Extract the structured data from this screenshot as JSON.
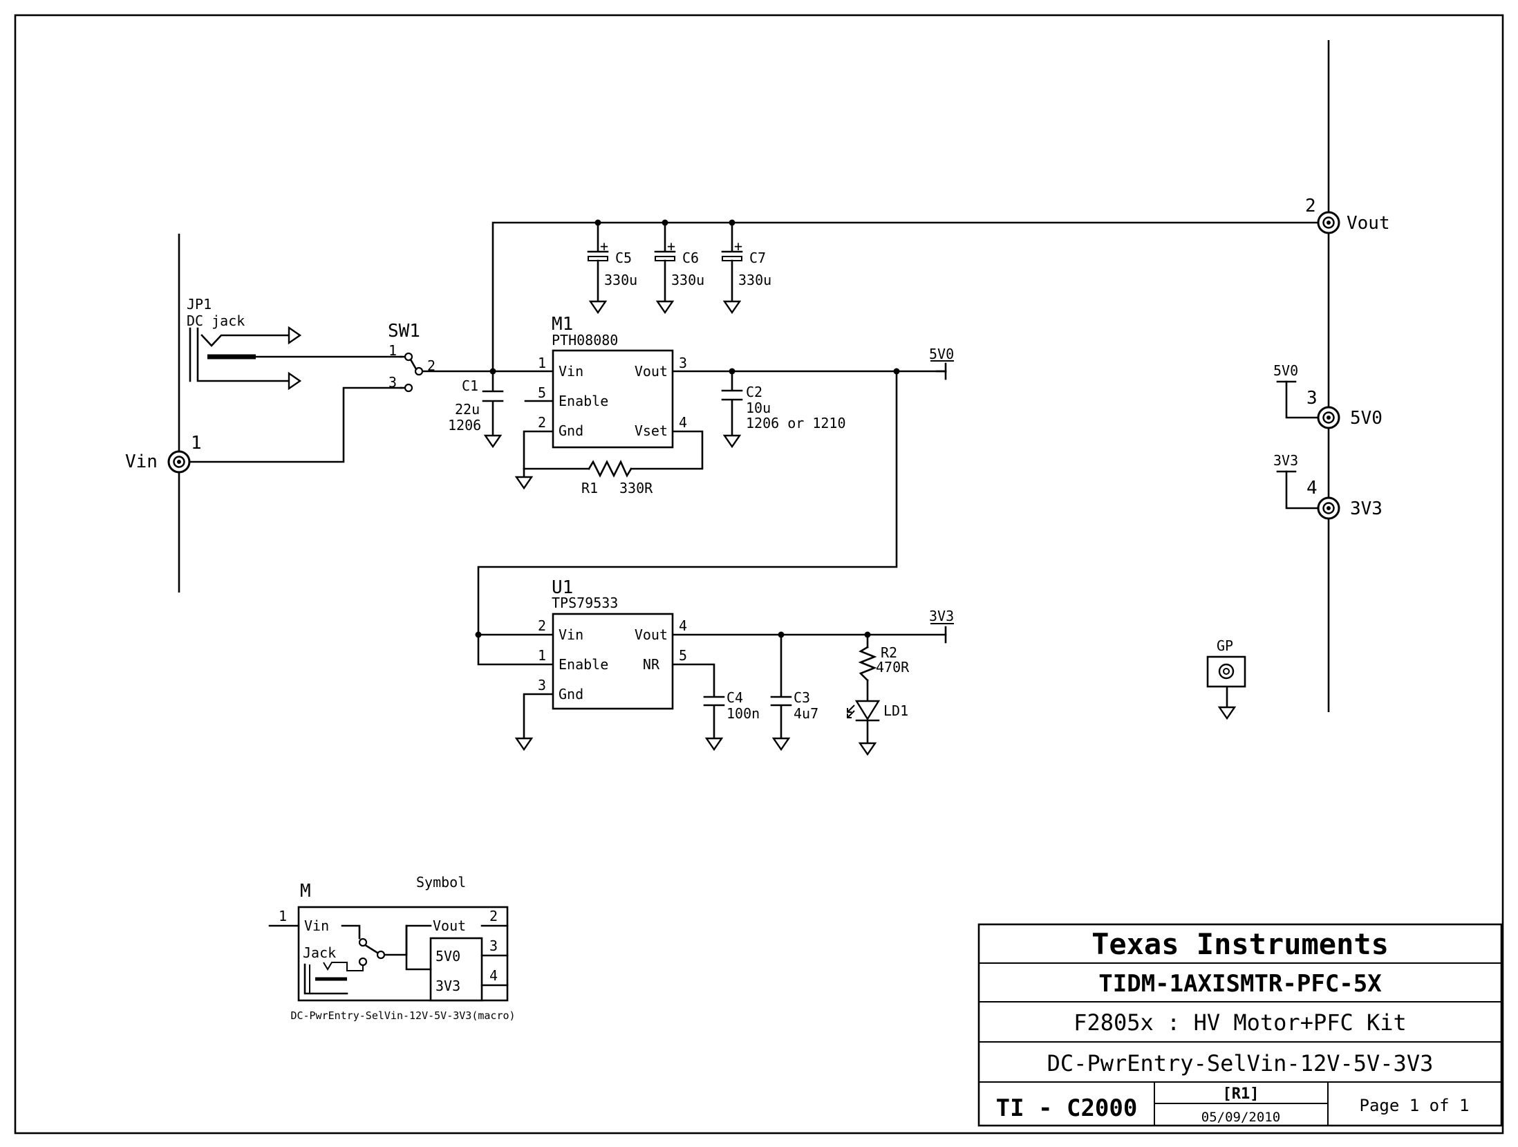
{
  "sheet": {
    "components": {
      "jp1": {
        "ref": "JP1",
        "value": "DC jack"
      },
      "sw1": {
        "ref": "SW1",
        "pin1": "1",
        "pin2": "2",
        "pin3": "3"
      },
      "m1": {
        "ref": "M1",
        "part": "PTH08080",
        "pins": {
          "vin": "Vin",
          "enable": "Enable",
          "gnd": "Gnd",
          "vout": "Vout",
          "vset": "Vset"
        },
        "pin_numbers": {
          "vin": "1",
          "enable": "5",
          "gnd": "2",
          "vout": "3",
          "vset": "4"
        }
      },
      "u1": {
        "ref": "U1",
        "part": "TPS79533",
        "pins": {
          "vin": "Vin",
          "enable": "Enable",
          "gnd": "Gnd",
          "vout": "Vout",
          "nr": "NR"
        },
        "pin_numbers": {
          "vin": "2",
          "enable": "1",
          "gnd": "3",
          "vout": "4",
          "nr": "5"
        }
      },
      "c1": {
        "ref": "C1",
        "value": "22u",
        "package": "1206"
      },
      "c2": {
        "ref": "C2",
        "value": "10u",
        "package": "1206 or 1210"
      },
      "c3": {
        "ref": "C3",
        "value": "4u7"
      },
      "c4": {
        "ref": "C4",
        "value": "100n"
      },
      "c5": {
        "ref": "C5",
        "value": "330u"
      },
      "c6": {
        "ref": "C6",
        "value": "330u"
      },
      "c7": {
        "ref": "C7",
        "value": "330u"
      },
      "r1": {
        "ref": "R1",
        "value": "330R"
      },
      "r2": {
        "ref": "R2",
        "value": "470R"
      },
      "ld1": {
        "ref": "LD1"
      },
      "gp": {
        "ref": "GP"
      }
    },
    "ports": {
      "vin": {
        "name": "Vin",
        "pin": "1"
      },
      "vout": {
        "name": "Vout",
        "pin": "2"
      },
      "v5": {
        "name": "5V0",
        "pin": "3"
      },
      "v3": {
        "name": "3V3",
        "pin": "4"
      }
    },
    "nets": {
      "v5": "5V0",
      "v3": "3V3"
    },
    "symbol": {
      "title": "Symbol",
      "ref": "M",
      "vin": "Vin",
      "vout": "Vout",
      "v5": "5V0",
      "v3": "3V3",
      "jack": "Jack",
      "pin1": "1",
      "pin2": "2",
      "pin3": "3",
      "pin4": "4",
      "macro": "DC-PwrEntry-SelVin-12V-5V-3V3(macro)"
    },
    "title_block": {
      "company": "Texas Instruments",
      "kit": "TIDM-1AXISMTR-PFC-5X",
      "project": "F2805x : HV Motor+PFC Kit",
      "sheet_name": "DC-PwrEntry-SelVin-12V-5V-3V3",
      "group": "TI - C2000",
      "revision": "[R1]",
      "date": "05/09/2010",
      "page": "Page 1 of 1"
    }
  }
}
